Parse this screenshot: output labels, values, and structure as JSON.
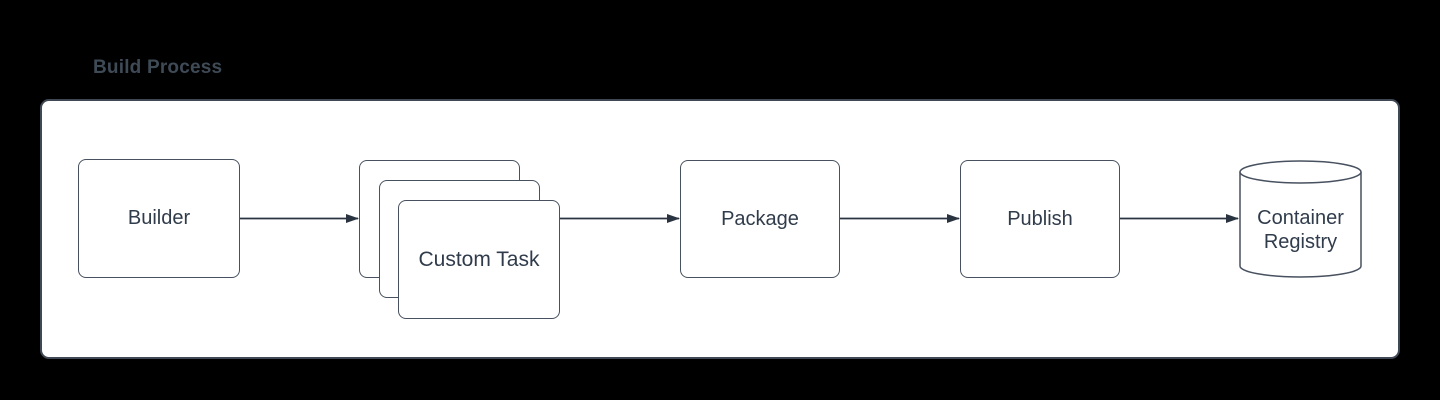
{
  "diagram": {
    "title": "Build Process",
    "type": "flowchart",
    "nodes": [
      {
        "id": "builder",
        "label": "Builder",
        "shape": "rounded-rectangle"
      },
      {
        "id": "custom-task",
        "label": "Custom Task",
        "shape": "stacked-cards",
        "card_count": 3
      },
      {
        "id": "package",
        "label": "Package",
        "shape": "rounded-rectangle"
      },
      {
        "id": "publish",
        "label": "Publish",
        "shape": "rounded-rectangle"
      },
      {
        "id": "container-registry",
        "label": "Container Registry",
        "shape": "cylinder"
      }
    ],
    "edges": [
      {
        "from": "builder",
        "to": "custom-task",
        "style": "arrow"
      },
      {
        "from": "custom-task",
        "to": "package",
        "style": "arrow"
      },
      {
        "from": "package",
        "to": "publish",
        "style": "arrow"
      },
      {
        "from": "publish",
        "to": "container-registry",
        "style": "arrow"
      }
    ],
    "colors": {
      "page_background": "#000000",
      "canvas_background": "#ffffff",
      "node_border": "#48515f",
      "canvas_border": "#3f4854",
      "arrow": "#2a3340",
      "node_text": "#303c4b",
      "title_text": "#3f4a57"
    }
  }
}
